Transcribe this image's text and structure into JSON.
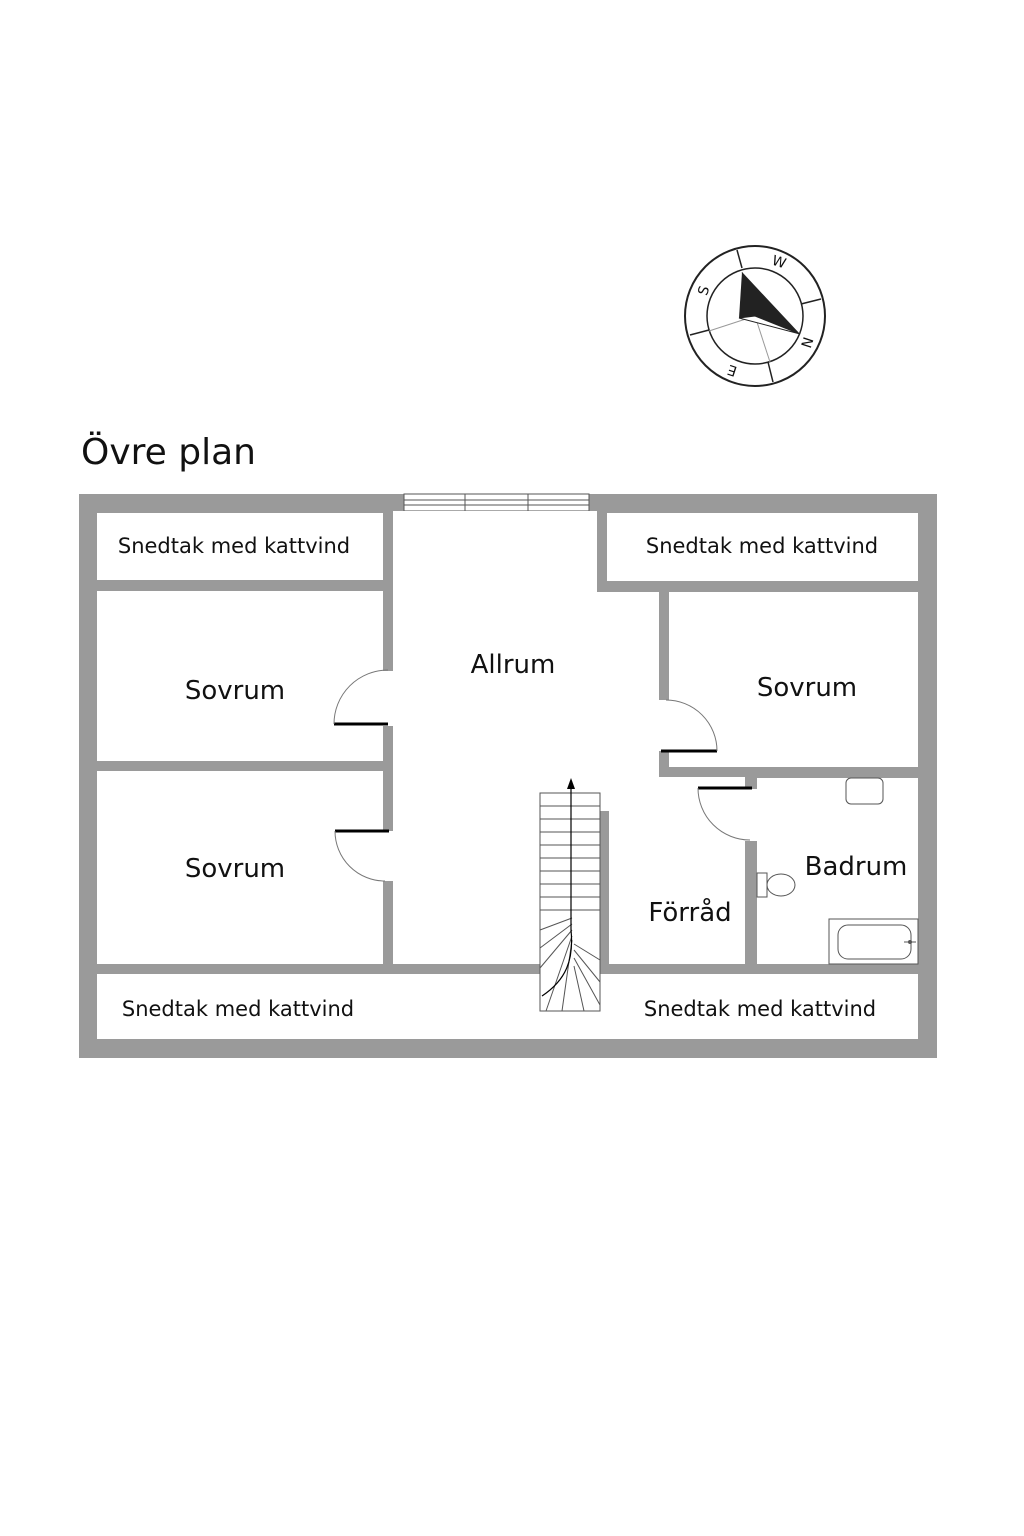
{
  "plan_title": "Övre plan",
  "compass": {
    "south": "S",
    "west": "W",
    "north": "N",
    "east": "E"
  },
  "rooms": {
    "attic_top_left": "Snedtak med kattvind",
    "attic_top_right": "Snedtak med kattvind",
    "bedroom_upper_left": "Sovrum",
    "bedroom_lower_left": "Sovrum",
    "living": "Allrum",
    "bedroom_right": "Sovrum",
    "bathroom": "Badrum",
    "storage": "Förråd",
    "attic_bottom_left": "Snedtak med kattvind",
    "attic_bottom_right": "Snedtak med kattvind"
  },
  "colors": {
    "wall": "#9a9a9a",
    "compass_needle": "#222222"
  }
}
